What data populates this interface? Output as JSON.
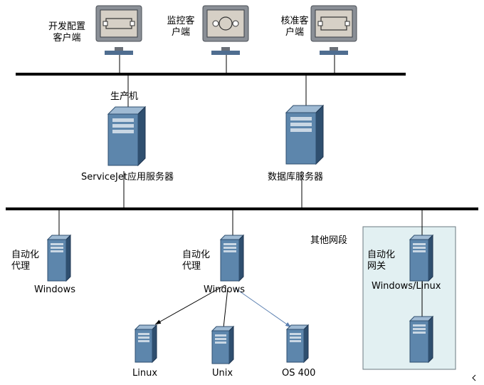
{
  "clients": [
    {
      "label_line1": "开发配置",
      "label_line2": "客户端"
    },
    {
      "label_line1": "监控客",
      "label_line2": "户端"
    },
    {
      "label_line1": "核准客",
      "label_line2": "户端"
    }
  ],
  "production": {
    "label": "生产机",
    "server_label": "ServiceJet应用服务器"
  },
  "database": {
    "server_label": "数据库服务器"
  },
  "agent_left": {
    "label_line1": "自动化",
    "label_line2": "代理",
    "os": "Windows"
  },
  "agent_mid": {
    "label_line1": "自动化",
    "label_line2": "代理",
    "os": "Windows"
  },
  "targets": [
    {
      "os": "Linux"
    },
    {
      "os": "Unix"
    },
    {
      "os": "OS 400"
    }
  ],
  "other_segment": {
    "title": "其他网段",
    "gateway_label_line1": "自动化",
    "gateway_label_line2": "网关",
    "gateway_os": "Windows/Linux"
  },
  "colors": {
    "server_front": "#5d86ac",
    "server_side": "#2f4f6f",
    "server_top": "#9fbad3",
    "monitor_frame": "#8a8f96",
    "bus_line": "#000000",
    "segment_fill": "#e2f0f2",
    "arrow_blue": "#5a7fb0"
  }
}
